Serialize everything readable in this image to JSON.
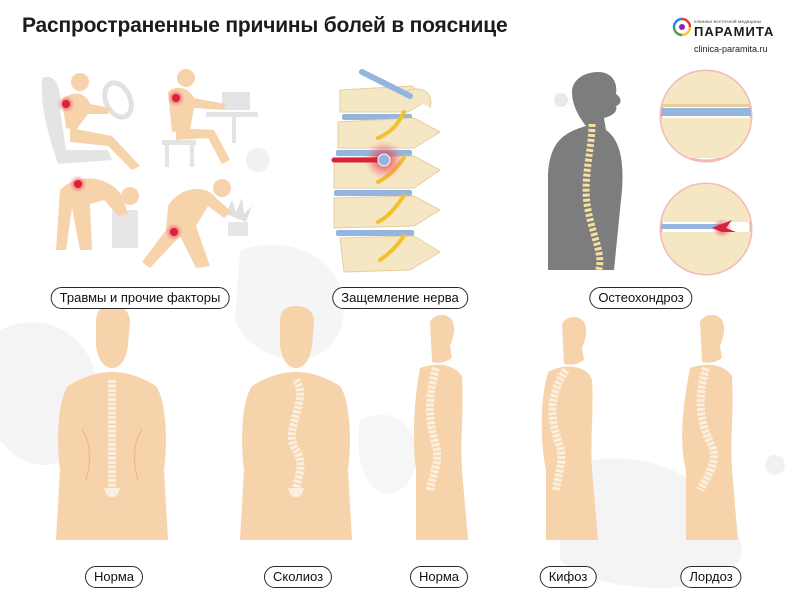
{
  "title": "Распространенные причины болей в пояснице",
  "logo": {
    "tagline": "клиника восточной медицины",
    "name": "ПАРАМИТА",
    "site": "clinica-paramita.ru"
  },
  "colors": {
    "skin": "#f7d3ac",
    "skin_line": "#ecb98a",
    "bone": "#f6e7c4",
    "disc": "#93b5e0",
    "nerve": "#f2c12e",
    "pain": "#d8233c",
    "silhouette": "#7d7d7d",
    "spine_yellow": "#f4e0a0",
    "circle_ring": "#f3b9b4"
  },
  "icons": {
    "logo": "rainbow-swirl-icon"
  },
  "top_labels": [
    {
      "text": "Травмы и прочие факторы"
    },
    {
      "text": "Защемление нерва"
    },
    {
      "text": "Остеохондроз"
    }
  ],
  "bottom_labels": [
    {
      "text": "Норма"
    },
    {
      "text": "Сколиоз"
    },
    {
      "text": "Норма"
    },
    {
      "text": "Кифоз"
    },
    {
      "text": "Лордоз"
    }
  ]
}
